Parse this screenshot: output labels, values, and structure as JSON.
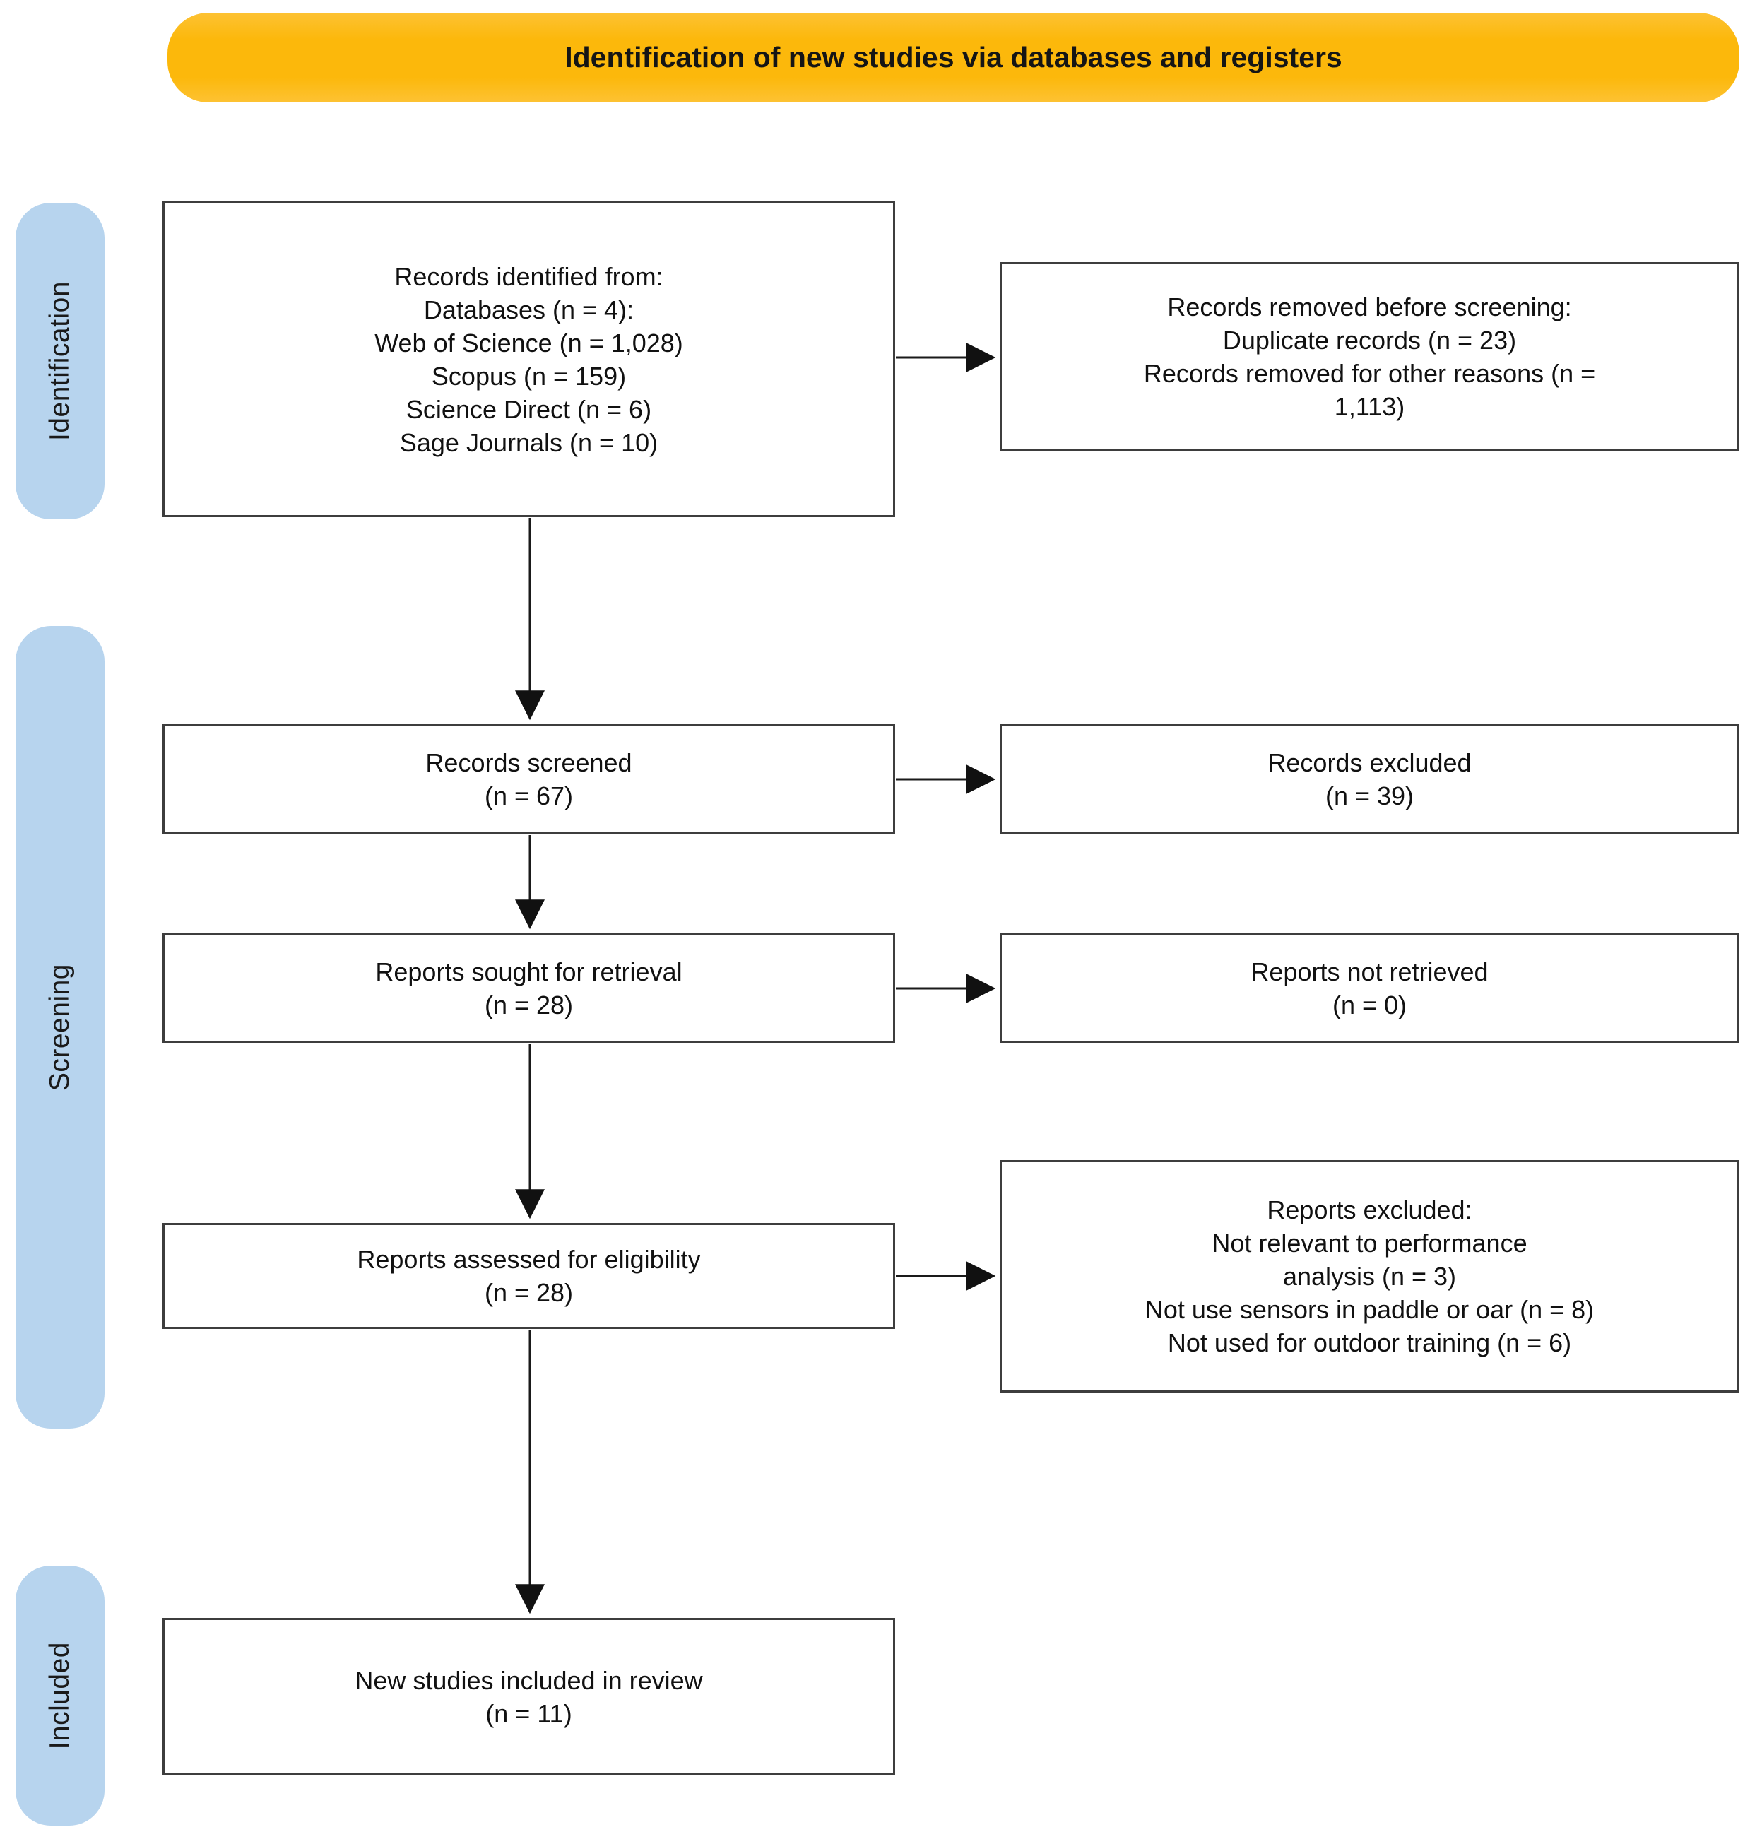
{
  "banner": {
    "title": "Identification of new studies via databases and registers",
    "bg_color": "#FCB80B"
  },
  "sidebar": {
    "bg_color": "#B7D4EE",
    "stages": [
      {
        "label": "Identification"
      },
      {
        "label": "Screening"
      },
      {
        "label": "Included"
      }
    ]
  },
  "boxes": {
    "records_identified": {
      "lines": [
        "Records identified from:",
        "Databases (n = 4):",
        "Web of Science (n = 1,028)",
        "Scopus (n = 159)",
        "Science Direct (n = 6)",
        "Sage Journals (n = 10)"
      ]
    },
    "records_removed": {
      "lines": [
        "Records removed before screening:",
        "Duplicate records (n = 23)",
        "Records removed for other reasons (n =",
        "1,113)"
      ]
    },
    "records_screened": {
      "lines": [
        "Records screened",
        "(n = 67)"
      ]
    },
    "records_excluded": {
      "lines": [
        "Records excluded",
        "(n = 39)"
      ]
    },
    "reports_sought": {
      "lines": [
        "Reports sought for retrieval",
        "(n = 28)"
      ]
    },
    "reports_not_retrieved": {
      "lines": [
        "Reports not retrieved",
        "(n = 0)"
      ]
    },
    "reports_assessed": {
      "lines": [
        "Reports assessed for eligibility",
        "(n = 28)"
      ]
    },
    "reports_excluded": {
      "lines": [
        "Reports excluded:",
        "Not relevant to performance",
        "analysis (n = 3)",
        "Not use sensors in paddle or oar (n = 8)",
        "Not used for outdoor training (n = 6)"
      ]
    },
    "studies_included": {
      "lines": [
        "New studies included in review",
        "(n = 11)"
      ]
    }
  }
}
